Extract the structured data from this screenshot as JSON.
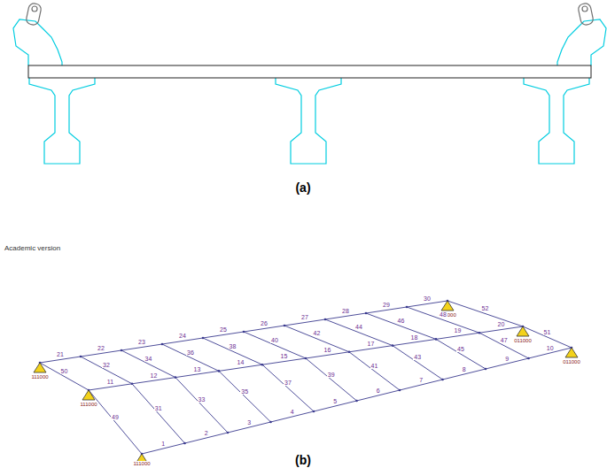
{
  "diagram": {
    "labels": [
      "(a)",
      "(b)",
      "Academic version",
      "111000",
      "111000",
      "111000",
      "011000",
      "011000",
      "011000",
      "1",
      "2",
      "3",
      "4",
      "5",
      "6",
      "7",
      "8",
      "9",
      "10",
      "11",
      "12",
      "13",
      "14",
      "15",
      "16",
      "17",
      "18",
      "19",
      "20",
      "21",
      "22",
      "23",
      "24",
      "25",
      "26",
      "27",
      "28",
      "29",
      "30",
      "31",
      "32",
      "33",
      "34",
      "35",
      "36",
      "37",
      "38",
      "39",
      "40",
      "41",
      "42",
      "43",
      "44",
      "45",
      "46",
      "47",
      "48",
      "49",
      "50",
      "51",
      "52"
    ]
  }
}
